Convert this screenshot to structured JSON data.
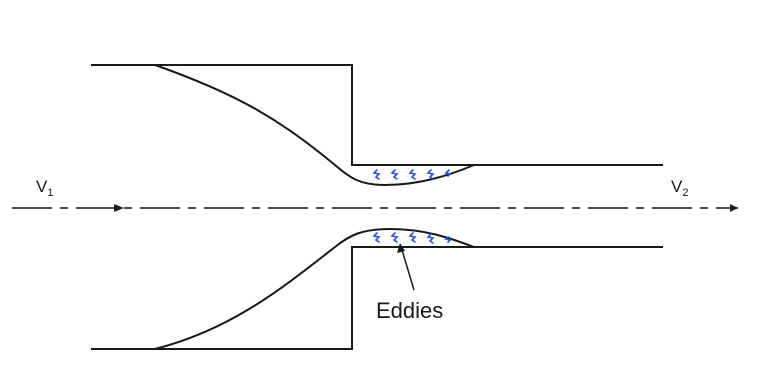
{
  "labels": {
    "v1_main": "V",
    "v1_sub": "1",
    "v2_main": "V",
    "v2_sub": "2",
    "eddies": "Eddies"
  },
  "colors": {
    "line": "#1a1a1a",
    "eddy": "#2a52d6",
    "background": "#ffffff"
  }
}
